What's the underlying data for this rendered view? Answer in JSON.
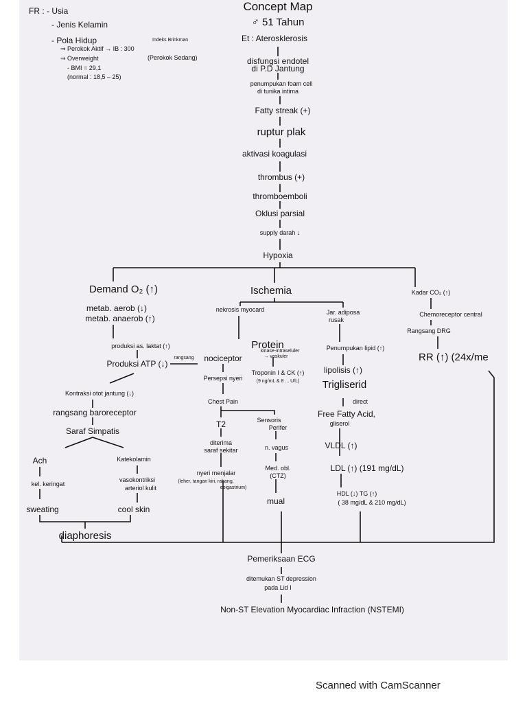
{
  "title": "Concept Map",
  "patient": "♂ 51 Tahun",
  "etiology": "Et : Aterosklerosis",
  "risk_factors": {
    "label": "FR : - Usia",
    "items": [
      "- Jenis Kelamin",
      "- Pola Hidup"
    ],
    "smoker": "⇒ Perokok Aktif → IB : 300",
    "brinkman": "Indeks Brinkman",
    "smoker_class": "(Perokok Sedang)",
    "overweight": "⇒ Overweight",
    "bmi": "- BMI = 29,1",
    "bmi_normal": "(normal : 18,5 – 25)"
  },
  "main_chain": [
    "disfungsi endotel",
    "di P.D Jantung",
    "penumpukan foam cell",
    "di tunika intima",
    "Fatty streak (+)",
    "ruptur plak",
    "aktivasi koagulasi",
    "thrombus (+)",
    "thromboemboli",
    "Oklusi parsial",
    "supply darah ↓",
    "Hypoxia"
  ],
  "left_branch": {
    "demand": "Demand O₂ (↑)",
    "aerob": "metab. aerob (↓)",
    "anaerob": "metab. anaerob (↑)",
    "laktat": "produksi as. laktat (↑)",
    "atp": "Produksi ATP (↓)",
    "rangsang": "rangsang",
    "kontraksi": "Kontraksi otot jantung (↓)",
    "baro": "rangsang baroreceptor",
    "simpatis": "Saraf Simpatis",
    "ach": "Ach",
    "kel": "kel. keringat",
    "sweating": "sweating",
    "kate": "Katekolamin",
    "vaso1": "vasokontriksi",
    "vaso2": "arteriol kulit",
    "cool": "cool skin",
    "diaphoresis": "diaphoresis"
  },
  "middle_branch": {
    "ischemia": "Ischemia",
    "nekrosis": "nekrosis myocard",
    "nociceptor": "nociceptor",
    "persepsi": "Persepsi nyeri",
    "chest": "Chest Pain",
    "t2": "T2",
    "diterima1": "diterima",
    "diterima2": "saraf sekitar",
    "menjalar": "nyeri menjalar",
    "menjalar_loc": "(leher, tangan kiri, rahang,",
    "menjalar_loc2": "epigastrium)",
    "protein": "Protein",
    "protein_sub1": "kinase-intraseluler",
    "protein_sub2": "→ vaskuler",
    "troponin": "Troponin I & CK (↑)",
    "troponin_val": "(9 ng/mL & 8 ... U/L)",
    "sensoris1": "Sensoris",
    "sensoris2": "Perifer",
    "vagus": "n. vagus",
    "med": "Med. obl.",
    "ctz": "(CTZ)",
    "mual": "mual"
  },
  "lipid_branch": {
    "adiposa1": "Jar. adiposa",
    "adiposa2": "rusak",
    "penumpukan": "Penumpukan lipid (↑)",
    "lipolisis": "lipolisis (↑)",
    "trigliserid": "Trigliserid",
    "direct": "direct",
    "ffa": "Free Fatty Acid,",
    "gliserol": "gliserol",
    "vldl": "VLDL (↑)",
    "ldl": "LDL (↑) (191 mg/dL)",
    "hdl": "HDL (↓)  TG (↑)",
    "hdl_val": "( 38 mg/dL & 210 mg/dL)"
  },
  "right_branch": {
    "co2": "Kadar CO₂ (↑)",
    "chemo": "Chemoreceptor central",
    "drg": "Rangsang DRG",
    "rr": "RR (↑) (24x/me"
  },
  "bottom": {
    "ecg": "Pemeriksaan ECG",
    "st1": "ditemukan ST depression",
    "st2": "pada Lid I",
    "dx": "Non-ST Elevation Myocardiac Infraction (NSTEMI)"
  },
  "footer": "Scanned with CamScanner"
}
